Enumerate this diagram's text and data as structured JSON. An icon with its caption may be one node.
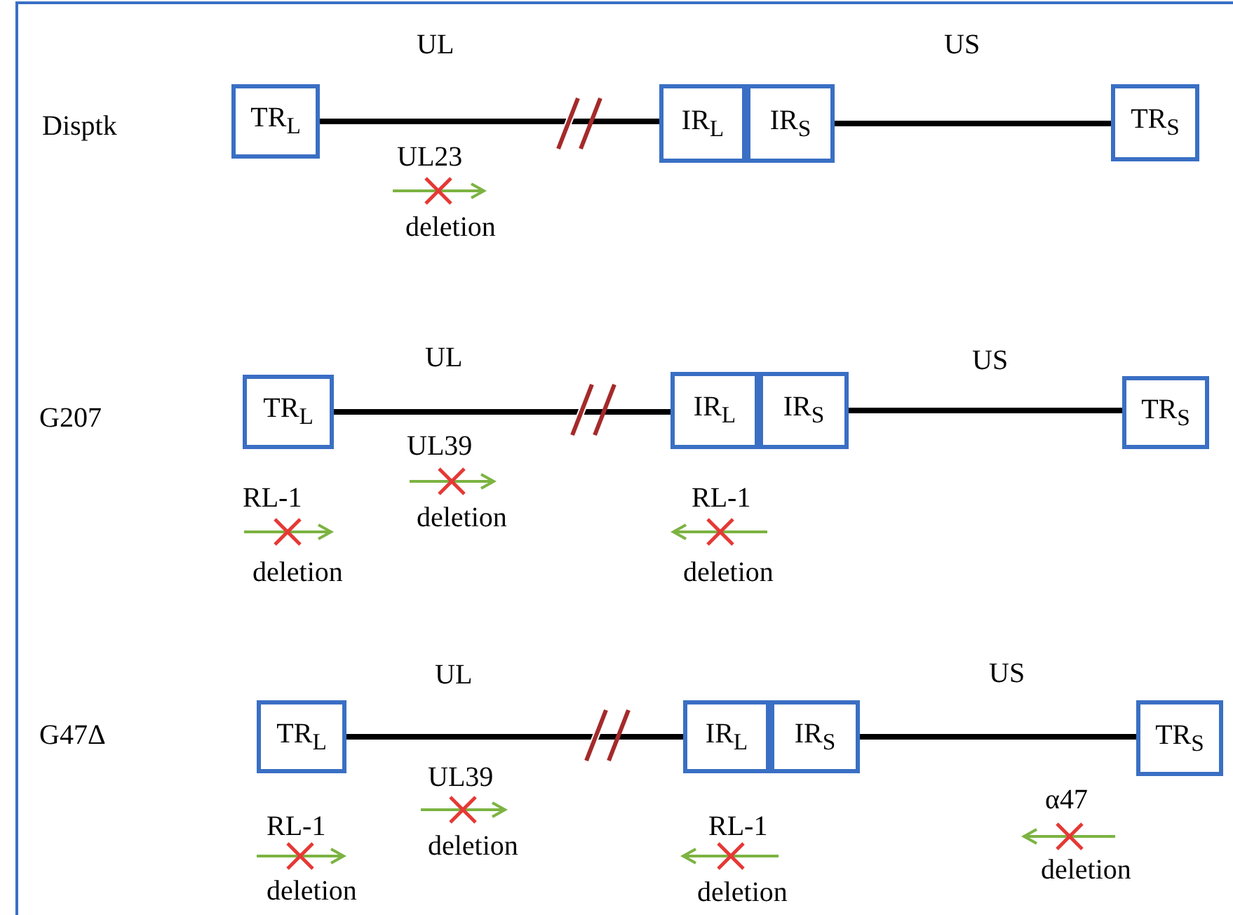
{
  "diagram": {
    "nodes": [
      {
        "text": [
          "TR$_{L}$"
        ]
      },
      {
        "text": [
          "IR$_{L}$"
        ]
      },
      {
        "text": [
          "IR$_{S}$"
        ]
      },
      {
        "text": [
          "TR$_{S}$"
        ]
      },
      {
        "text": [
          "TR$_{L}$"
        ]
      },
      {
        "text": [
          "IR$_{L}$"
        ]
      },
      {
        "text": [
          "IR$_{S}$"
        ]
      },
      {
        "text": [
          "TR$_{S}$"
        ]
      },
      {
        "text": [
          "TR$_{L}$"
        ]
      },
      {
        "text": [
          "IR$_{L}$"
        ]
      },
      {
        "text": [
          "IR$_{S}$"
        ]
      },
      {
        "text": [
          "TR$_{S}$"
        ]
      }
    ],
    "edges": [
      {
        "from": 0,
        "to": 1,
        "arrow": "none"
      },
      {
        "from": 2,
        "to": 3,
        "arrow": "none"
      },
      {
        "from": 4,
        "to": 5,
        "arrow": "none"
      },
      {
        "from": 6,
        "to": 7,
        "arrow": "none"
      },
      {
        "from": 8,
        "to": 9,
        "arrow": "none"
      },
      {
        "from": 10,
        "to": 11,
        "arrow": "none"
      }
    ],
    "labels": [
      "UL",
      "US",
      "Disptk",
      "UL23",
      "deletion",
      "UL",
      "US",
      "G207",
      "RL-1",
      "deletion",
      "UL39",
      "deletion",
      "RL-1",
      "deletion",
      "UL",
      "US",
      "G47Δ",
      "RL-1",
      "deletion",
      "UL39",
      "deletion",
      "RL-1",
      "deletion",
      "α47",
      "deletion"
    ]
  }
}
